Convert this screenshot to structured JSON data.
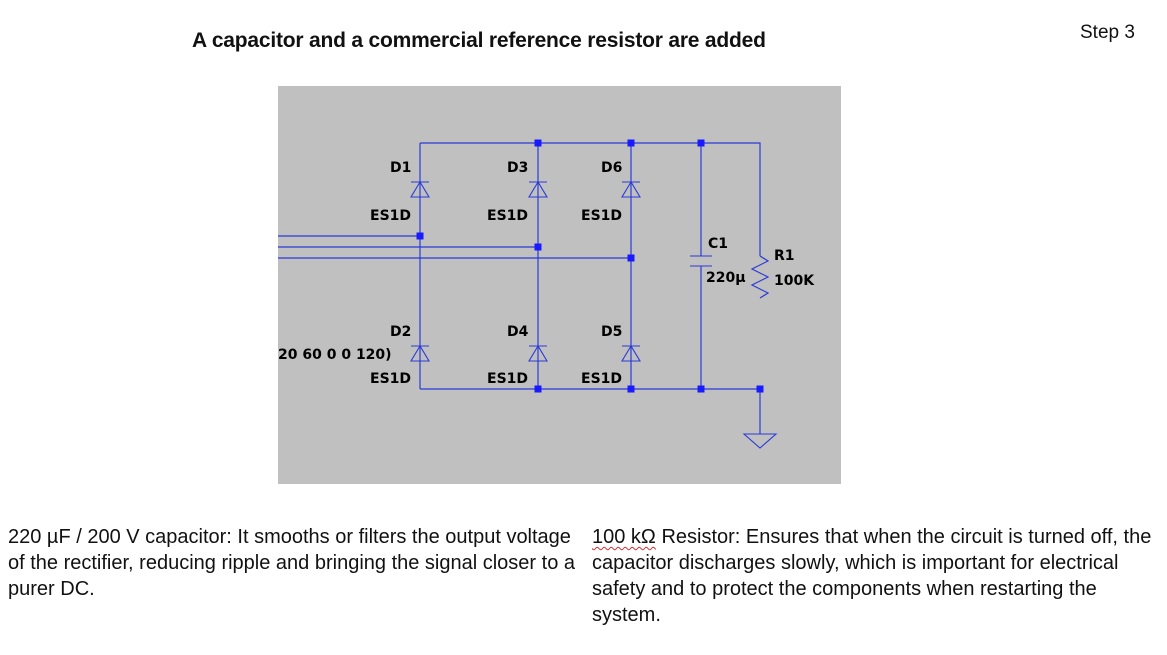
{
  "title": "A capacitor and a commercial reference resistor are added",
  "step_label": "Step 3",
  "schematic": {
    "colors": {
      "background": "#c0c0c0",
      "wire": "#2b3bd6",
      "junction": "#1a1aff"
    },
    "components": [
      {
        "id": "D1",
        "value": "ES1D"
      },
      {
        "id": "D3",
        "value": "ES1D"
      },
      {
        "id": "D6",
        "value": "ES1D"
      },
      {
        "id": "D2",
        "value": "ES1D"
      },
      {
        "id": "D4",
        "value": "ES1D"
      },
      {
        "id": "D5",
        "value": "ES1D"
      },
      {
        "id": "C1",
        "value": "220µ"
      },
      {
        "id": "R1",
        "value": "100K"
      }
    ],
    "source_spec": "20 60 0 0 120)"
  },
  "descriptions": {
    "capacitor": "220 µF / 200 V capacitor: It smooths or filters the output voltage of the rectifier, reducing ripple and bringing the signal closer to a purer DC.",
    "resistor_value": "100 kΩ",
    "resistor_text": " Resistor: Ensures that when the circuit is turned off, the capacitor discharges slowly, which is important for electrical safety and to protect the components when restarting the system."
  }
}
